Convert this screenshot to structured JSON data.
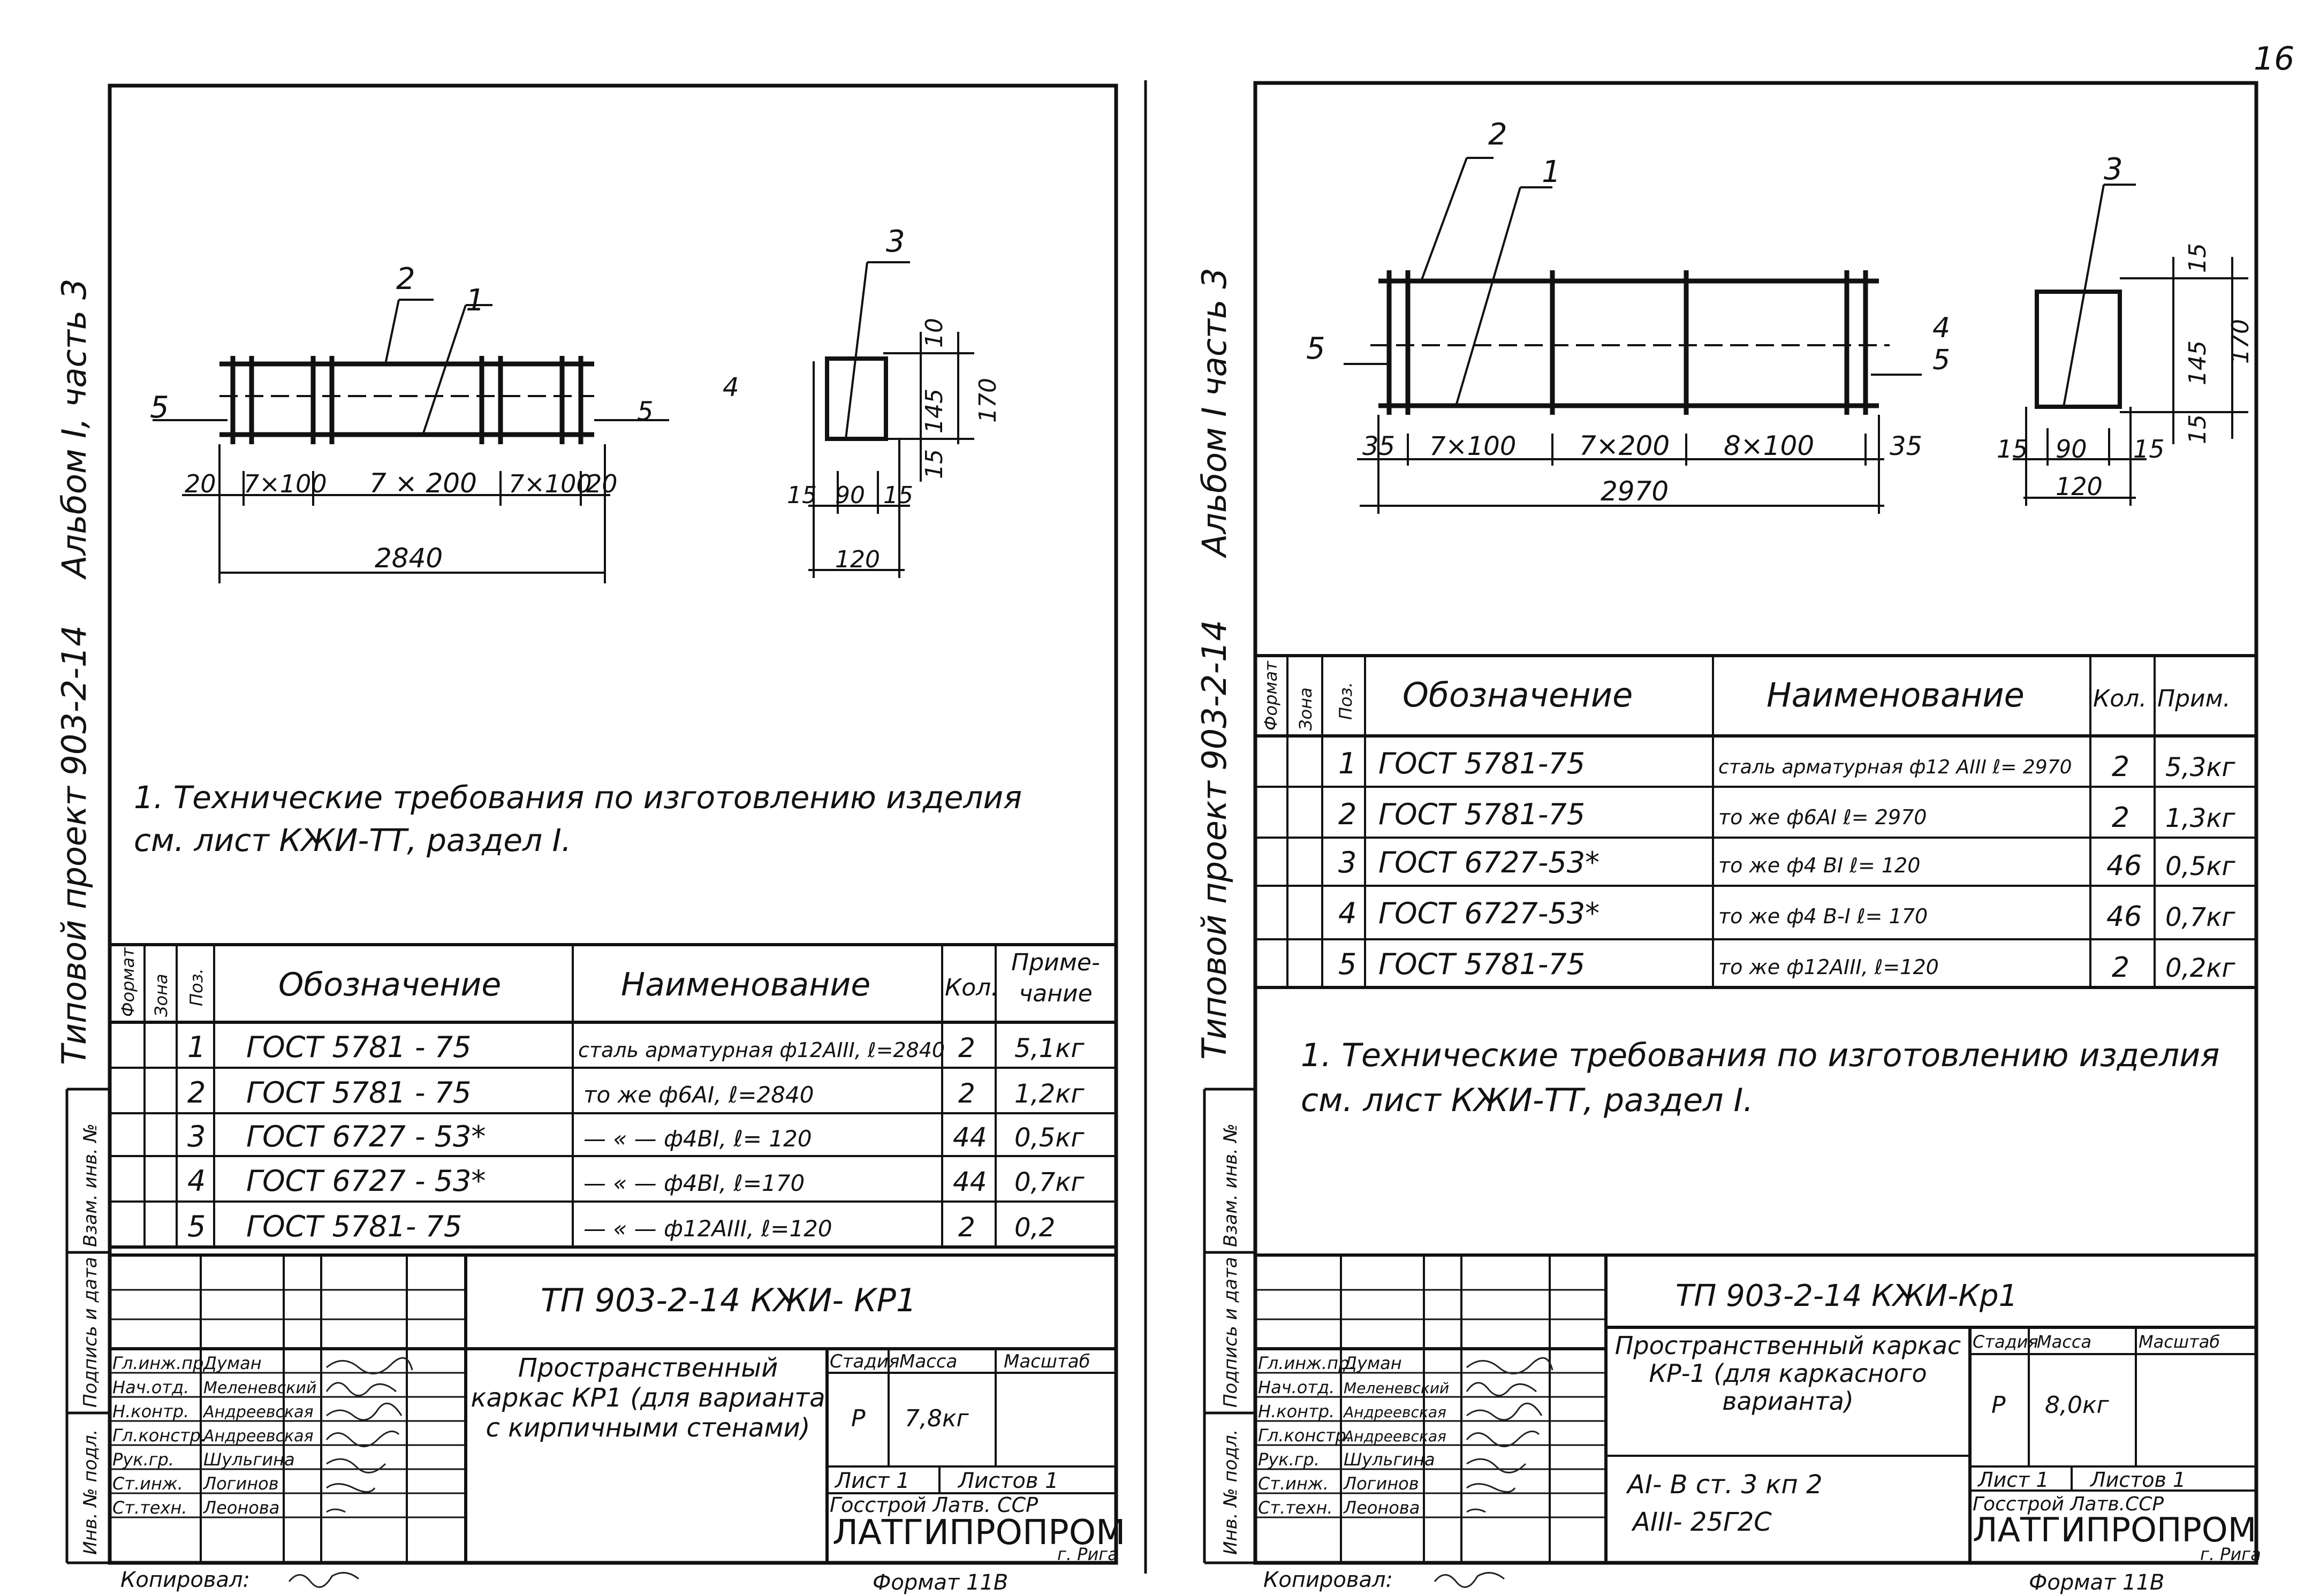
{
  "page_number": "16",
  "left_sheet": {
    "side_stamp": {
      "album": "Альбом I, часть 3",
      "project": "Типовой проект 903-2-14"
    },
    "side_boxes": [
      "Взам. инв. №",
      "Подпись и дата",
      "Инв. № подл."
    ],
    "drawing": {
      "callouts": [
        "1",
        "2",
        "3",
        "4",
        "5",
        "5"
      ],
      "dims_bottom": [
        "20",
        "7×100",
        "7 × 200",
        "7×100",
        "20"
      ],
      "overall": "2840",
      "section_dims_v": [
        "10",
        "145",
        "15",
        "170"
      ],
      "section_dims_h": [
        "15",
        "90",
        "15"
      ],
      "section_overall": "120"
    },
    "note": "1. Технические требования по изготовлению изделия см. лист КЖИ-ТТ, раздел I.",
    "spec": {
      "headers": [
        "Формат",
        "Зона",
        "Поз.",
        "Обозначение",
        "Наименование",
        "Кол.",
        "Приме-чание"
      ],
      "rows": [
        {
          "pos": "1",
          "doc": "ГОСТ 5781 - 75",
          "name": "сталь арматурная ф12АIII, ℓ=2840",
          "qty": "2",
          "note": "5,1кг"
        },
        {
          "pos": "2",
          "doc": "ГОСТ 5781 - 75",
          "name": "то же ф6АI, ℓ=2840",
          "qty": "2",
          "note": "1,2кг"
        },
        {
          "pos": "3",
          "doc": "ГОСТ 6727 - 53*",
          "name": "— « — ф4ВI, ℓ= 120",
          "qty": "44",
          "note": "0,5кг"
        },
        {
          "pos": "4",
          "doc": "ГОСТ 6727 - 53*",
          "name": "— « — ф4ВI, ℓ=170",
          "qty": "44",
          "note": "0,7кг"
        },
        {
          "pos": "5",
          "doc": "ГОСТ 5781- 75",
          "name": "— « — ф12АIII, ℓ=120",
          "qty": "2",
          "note": "0,2"
        }
      ]
    },
    "title_block": {
      "code": "ТП 903-2-14 КЖИ- КР1",
      "title": "Пространственный каркас КР1 (для варианта с кирпичными стенами)",
      "stage_label": "Стадия",
      "stage": "Р",
      "mass_label": "Масса",
      "mass": "7,8кг",
      "scale_label": "Масштаб",
      "sheet": "Лист 1",
      "sheets": "Листов 1",
      "org1": "Госстрой Латв. ССР",
      "org2": "ЛАТГИПРОПРОМ",
      "city": "г. Рига",
      "people": [
        {
          "role": "Гл.инж.пр.",
          "name": "Думан"
        },
        {
          "role": "Нач.отд.",
          "name": "Меленевский"
        },
        {
          "role": "Н.контр.",
          "name": "Андреевская"
        },
        {
          "role": "Гл.констр.",
          "name": "Андреевская"
        },
        {
          "role": "Рук.гр.",
          "name": "Шульгина"
        },
        {
          "role": "Ст.инж.",
          "name": "Логинов"
        },
        {
          "role": "Ст.техн.",
          "name": "Леонова"
        }
      ],
      "copied": "Копировал:",
      "format": "Формат 11В"
    }
  },
  "right_sheet": {
    "side_stamp": {
      "album": "Альбом I часть 3",
      "project": "Типовой проект 903-2-14"
    },
    "side_boxes": [
      "Взам. инв. №",
      "Подпись и дата",
      "Инв. № подл."
    ],
    "drawing": {
      "callouts": [
        "2",
        "1",
        "3",
        "4",
        "5",
        "5"
      ],
      "dims_bottom": [
        "35",
        "7×100",
        "7×200",
        "8×100",
        "35"
      ],
      "overall": "2970",
      "section_dims_v": [
        "15",
        "145",
        "170",
        "15"
      ],
      "section_dims_h": [
        "15",
        "90",
        "15"
      ],
      "section_overall": "120"
    },
    "note": "1. Технические требования по изготовлению изделия см. лист КЖИ-ТТ, раздел I.",
    "spec": {
      "headers": [
        "Формат",
        "Зона",
        "Поз.",
        "Обозначение",
        "Наименование",
        "Кол.",
        "Прим."
      ],
      "rows": [
        {
          "pos": "1",
          "doc": "ГОСТ 5781-75",
          "name": "сталь арматурная ф12 АIII ℓ= 2970",
          "qty": "2",
          "note": "5,3кг"
        },
        {
          "pos": "2",
          "doc": "ГОСТ 5781-75",
          "name": "то же ф6АI ℓ= 2970",
          "qty": "2",
          "note": "1,3кг"
        },
        {
          "pos": "3",
          "doc": "ГОСТ 6727-53*",
          "name": "то же ф4 ВI ℓ= 120",
          "qty": "46",
          "note": "0,5кг"
        },
        {
          "pos": "4",
          "doc": "ГОСТ 6727-53*",
          "name": "то же ф4 В-I ℓ= 170",
          "qty": "46",
          "note": "0,7кг"
        },
        {
          "pos": "5",
          "doc": "ГОСТ 5781-75",
          "name": "то же ф12АIII, ℓ=120",
          "qty": "2",
          "note": "0,2кг"
        }
      ]
    },
    "title_block": {
      "code": "ТП 903-2-14 КЖИ-Кр1",
      "title": "Пространственный каркас КР-1 (для каркасного варианта)",
      "materials": [
        "АI- В ст. 3 кп 2",
        "АIII- 25Г2С"
      ],
      "stage_label": "Стадия",
      "stage": "Р",
      "mass_label": "Масса",
      "mass": "8,0кг",
      "scale_label": "Масштаб",
      "sheet": "Лист 1",
      "sheets": "Листов 1",
      "org1": "Госстрой Латв.ССР",
      "org2": "ЛАТГИПРОПРОМ",
      "city": "г. Рига",
      "people": [
        {
          "role": "Гл.инж.пр.",
          "name": "Думан"
        },
        {
          "role": "Нач.отд.",
          "name": "Меленевский"
        },
        {
          "role": "Н.контр.",
          "name": "Андреевская"
        },
        {
          "role": "Гл.констр.",
          "name": "Андреевская"
        },
        {
          "role": "Рук.гр.",
          "name": "Шульгина"
        },
        {
          "role": "Ст.инж.",
          "name": "Логинов"
        },
        {
          "role": "Ст.техн.",
          "name": "Леонова"
        }
      ],
      "copied": "Копировал:",
      "format": "Формат 11В"
    }
  }
}
